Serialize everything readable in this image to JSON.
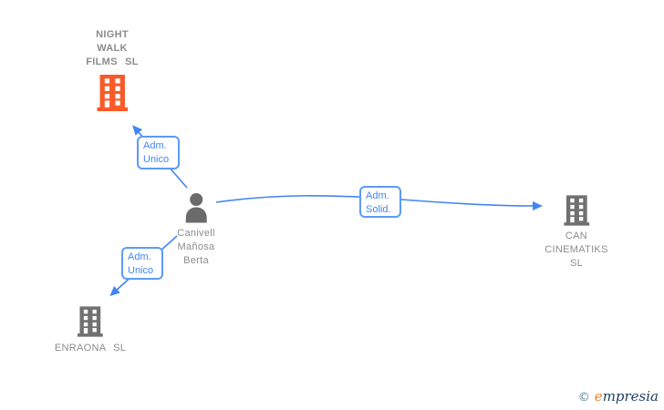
{
  "diagram_type": "corporate-relationship-graph",
  "nodes": {
    "night_walk": {
      "type": "company",
      "name": "NIGHT WALK FILMS SL",
      "lines": [
        "NIGHT",
        "WALK",
        "FILMS SL"
      ],
      "icon": "building-icon",
      "icon_color": "#fa5a28"
    },
    "person": {
      "type": "person",
      "name": "Canivell Mañosa Berta",
      "lines": [
        "Canivell",
        "Mañosa",
        "Berta"
      ],
      "icon": "person-icon",
      "icon_color": "#6b6b6b"
    },
    "can_cinematiks": {
      "type": "company",
      "name": "CAN CINEMATIKS SL",
      "lines": [
        "CAN",
        "CINEMATIKS",
        "SL"
      ],
      "icon": "building-icon",
      "icon_color": "#707070"
    },
    "enraona": {
      "type": "company",
      "name": "ENRAONA SL",
      "lines": [
        "ENRAONA SL"
      ],
      "icon": "building-icon",
      "icon_color": "#707070"
    }
  },
  "edges": {
    "to_night_walk": {
      "from": "Canivell Mañosa Berta",
      "to": "NIGHT WALK FILMS SL",
      "label": "Adm. Unico",
      "label_lines": [
        "Adm.",
        "Unico"
      ]
    },
    "to_enraona": {
      "from": "Canivell Mañosa Berta",
      "to": "ENRAONA SL",
      "label": "Adm. Unico",
      "label_lines": [
        "Adm.",
        "Unico"
      ]
    },
    "to_can_cinematiks": {
      "from": "Canivell Mañosa Berta",
      "to": "CAN CINEMATIKS SL",
      "label": "Adm. Solid.",
      "label_lines": [
        "Adm.",
        "Solid."
      ]
    }
  },
  "colors": {
    "edge_blue": "#4285f4",
    "edge_label_border": "#5b9bf7",
    "edge_label_text": "#4285f4",
    "node_text_gray": "#8c8c8c",
    "company_icon_orange": "#fa5a28",
    "company_icon_gray": "#707070",
    "person_icon_gray": "#6b6b6b",
    "background": "#ffffff"
  },
  "footer": {
    "copyright_symbol": "©",
    "brand": "empresia",
    "brand_initial": "e",
    "brand_rest": "mpresia"
  }
}
